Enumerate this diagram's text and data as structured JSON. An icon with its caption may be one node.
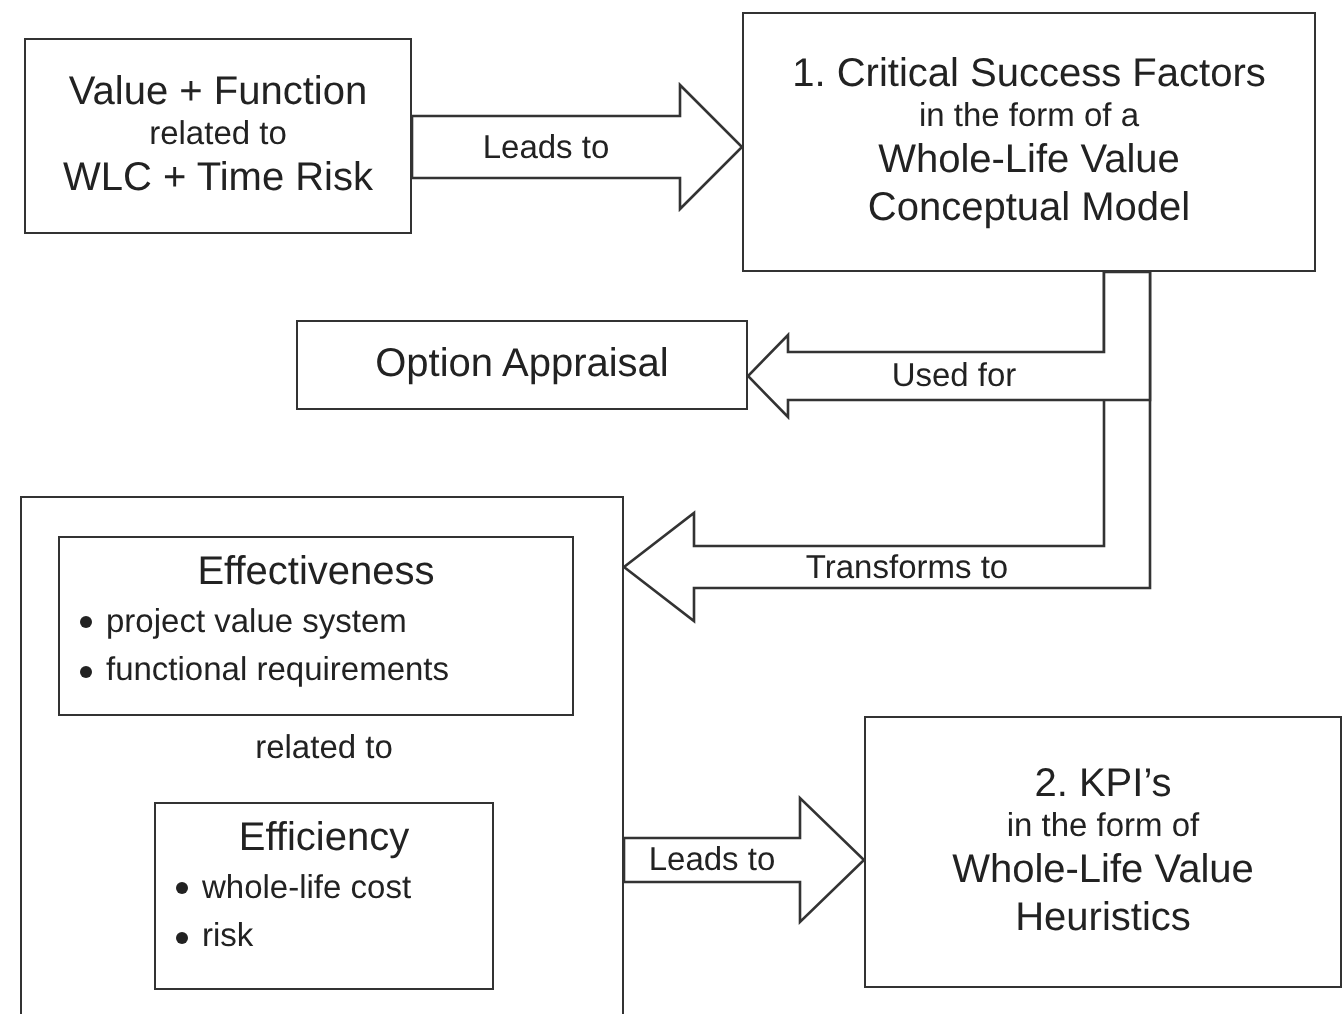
{
  "diagram": {
    "nodes": [
      {
        "text": [
          "Value + Function",
          "related to",
          "WLC + Time Risk"
        ]
      },
      {
        "text": [
          "1. Critical Success Factors",
          "in the form of a",
          "Whole-Life Value Conceptual Model"
        ]
      },
      {
        "text": [
          "Option Appraisal"
        ]
      },
      {
        "text": [
          "related to"
        ]
      },
      {
        "text": [
          "Effectiveness",
          "project value system",
          "functional requirements"
        ],
        "in": 3
      },
      {
        "text": [
          "Efficiency",
          "whole-life cost",
          "risk"
        ],
        "in": 3
      },
      {
        "text": [
          "2. KPI’s",
          "in the form of",
          "Whole-Life Value Heuristics"
        ]
      }
    ],
    "edges": [
      {
        "from": 0,
        "to": 1,
        "arrow": "to",
        "label": "Leads to"
      },
      {
        "from": 1,
        "to": 2,
        "arrow": "to",
        "label": "Used for"
      },
      {
        "from": 1,
        "to": 3,
        "arrow": "to",
        "label": "Transforms to"
      },
      {
        "from": 3,
        "to": 6,
        "arrow": "to",
        "label": "Leads to"
      }
    ]
  }
}
